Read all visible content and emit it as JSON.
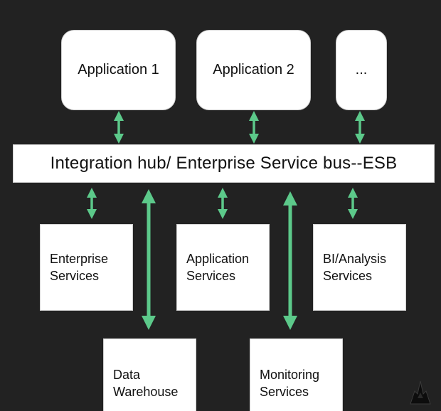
{
  "colors": {
    "background": "#222222",
    "box": "#ffffff",
    "arrow": "#5cc98a"
  },
  "apps": [
    "Application 1",
    "Application 2",
    "..."
  ],
  "hub": {
    "label": "Integration hub/ Enterprise Service bus--ESB"
  },
  "services": [
    {
      "line1": "Enterprise",
      "line2": "Services"
    },
    {
      "line1": "Application",
      "line2": "Services"
    },
    {
      "line1": "BI/Analysis",
      "line2": "Services"
    }
  ],
  "bottom": [
    {
      "line1": "Data",
      "line2": "Warehouse"
    },
    {
      "line1": "Monitoring",
      "line2": "Services"
    }
  ],
  "icons": {
    "corner_logo": "mountain-logo-icon",
    "arrow": "double-arrow-icon"
  }
}
